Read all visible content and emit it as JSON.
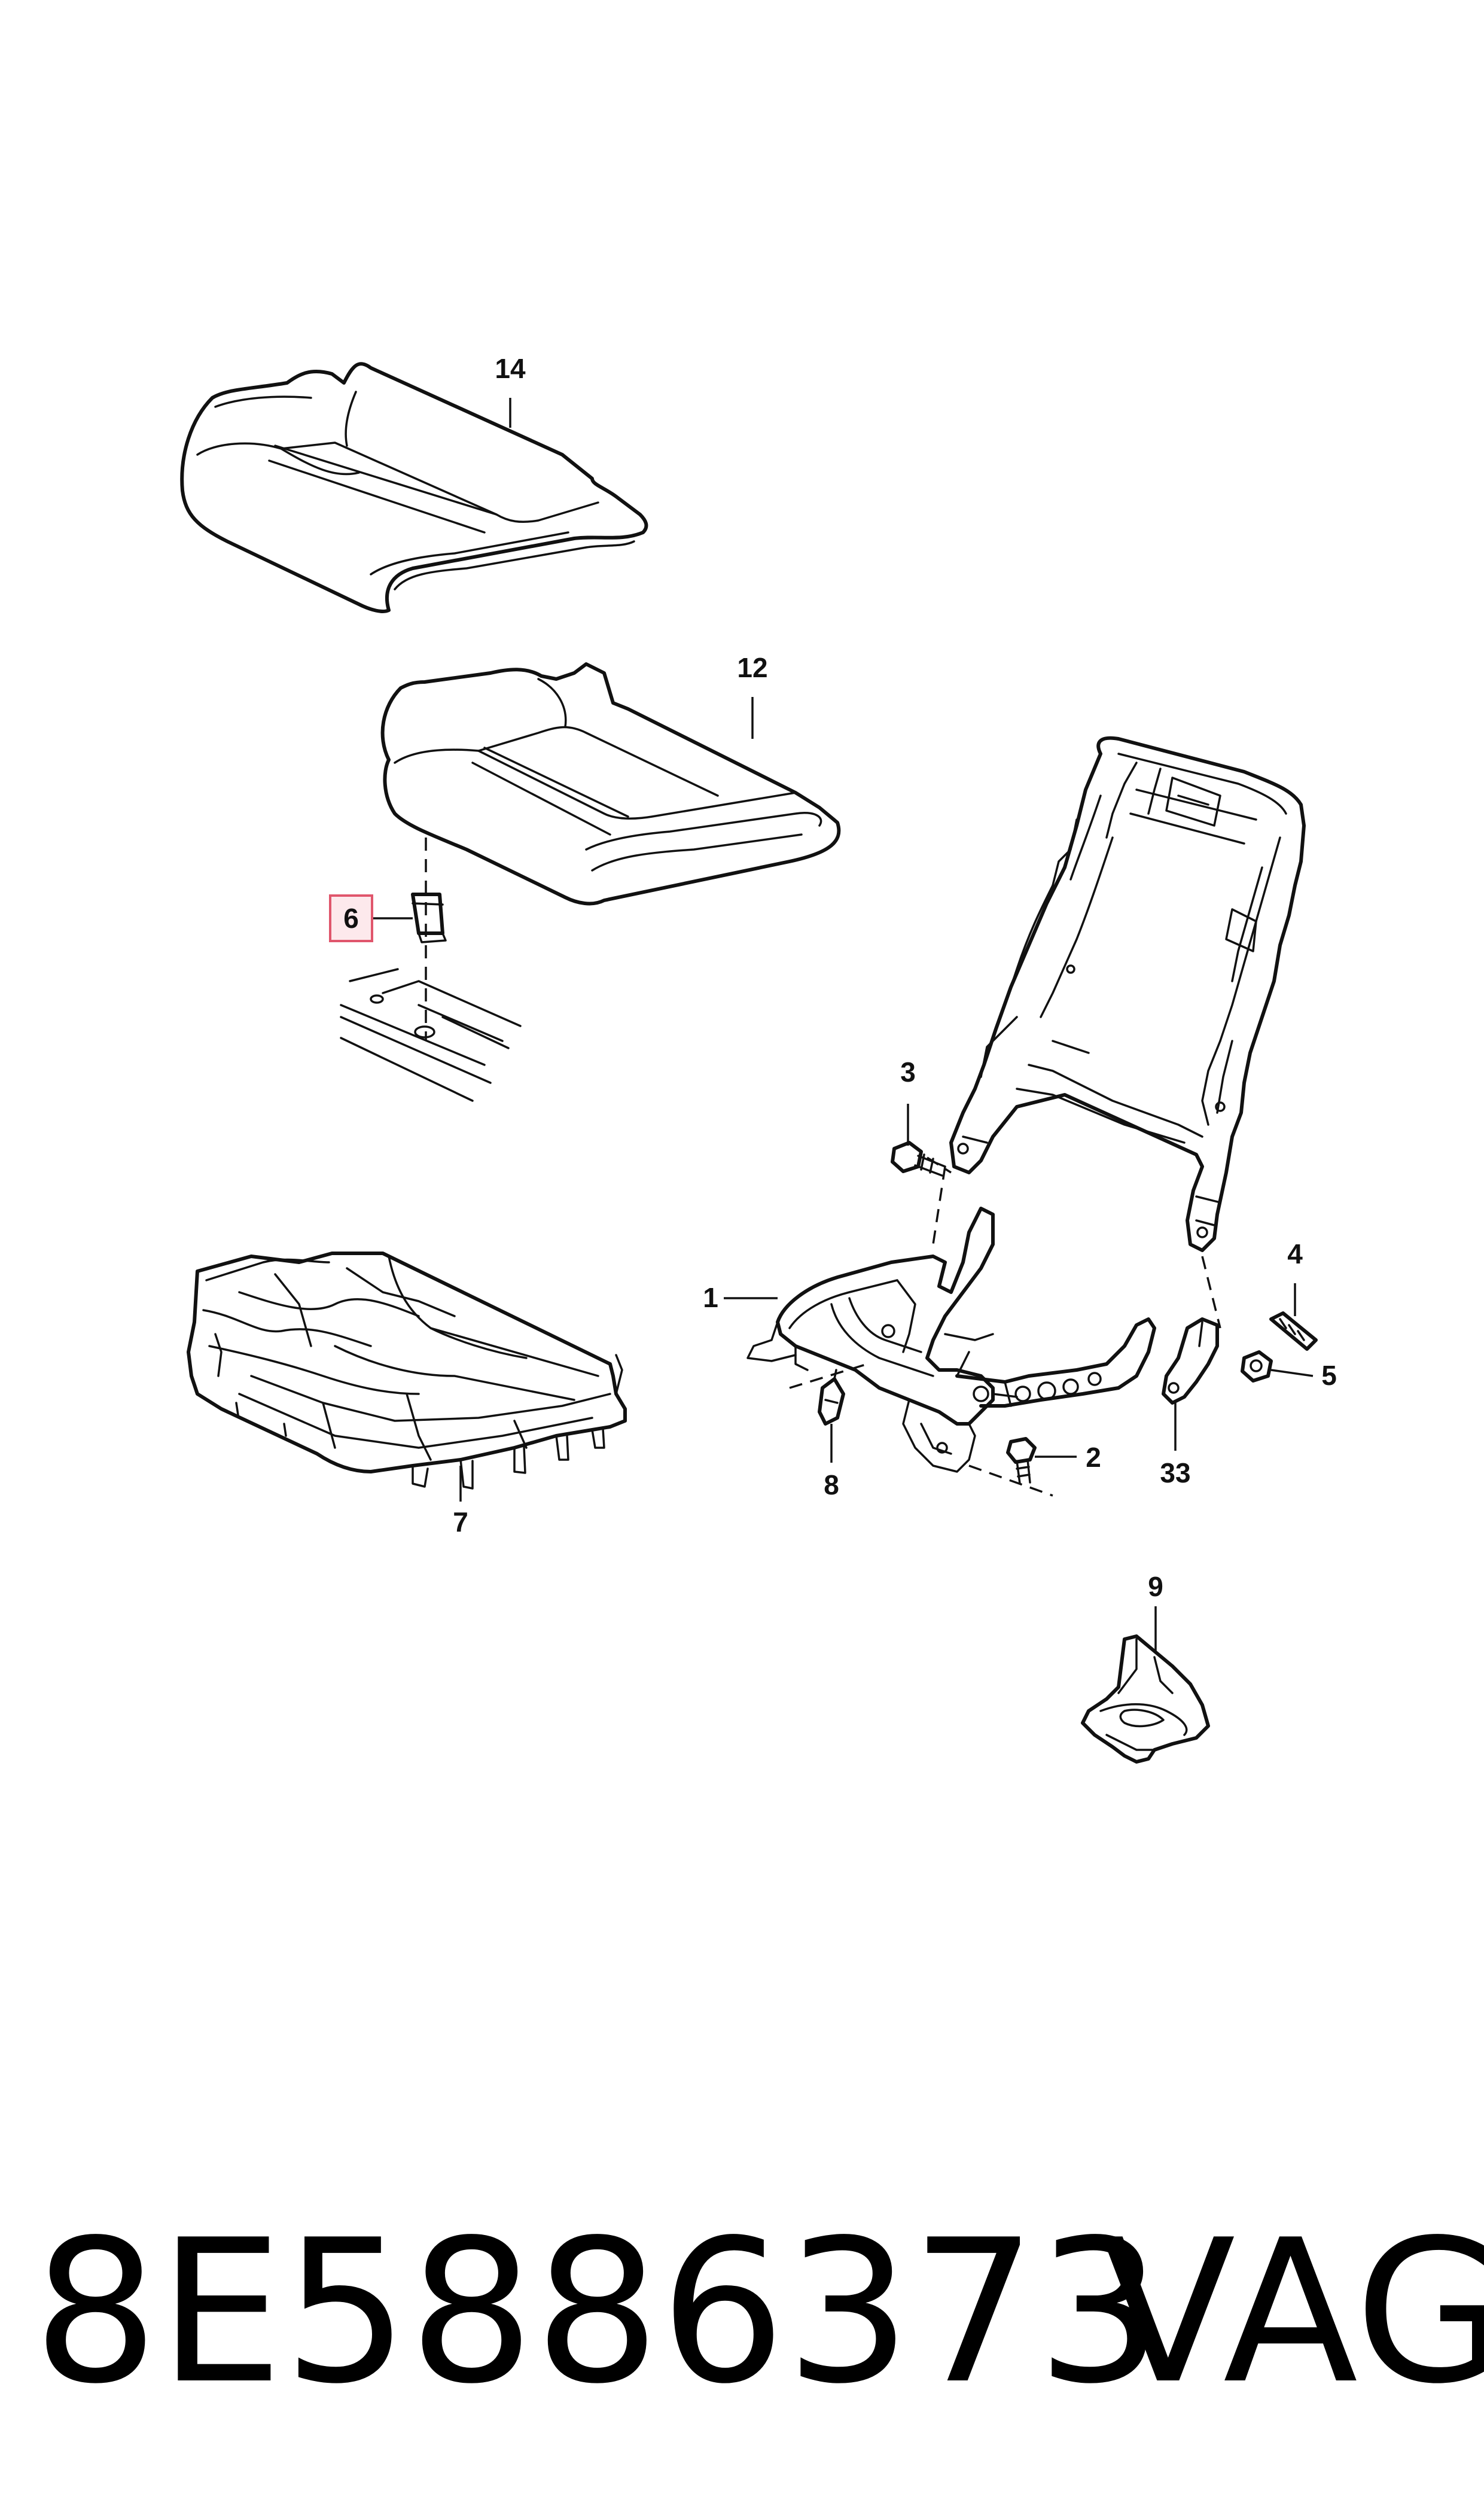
{
  "callouts": {
    "c1": "1",
    "c2": "2",
    "c3": "3",
    "c4": "4",
    "c5": "5",
    "c6": "6",
    "c7": "7",
    "c8": "8",
    "c9": "9",
    "c12": "12",
    "c14": "14",
    "c33": "33"
  },
  "highlighted_callout": "6",
  "highlight_color": "#e0566c",
  "footer": {
    "part_number": "8E5886373",
    "brand": "VAG"
  }
}
